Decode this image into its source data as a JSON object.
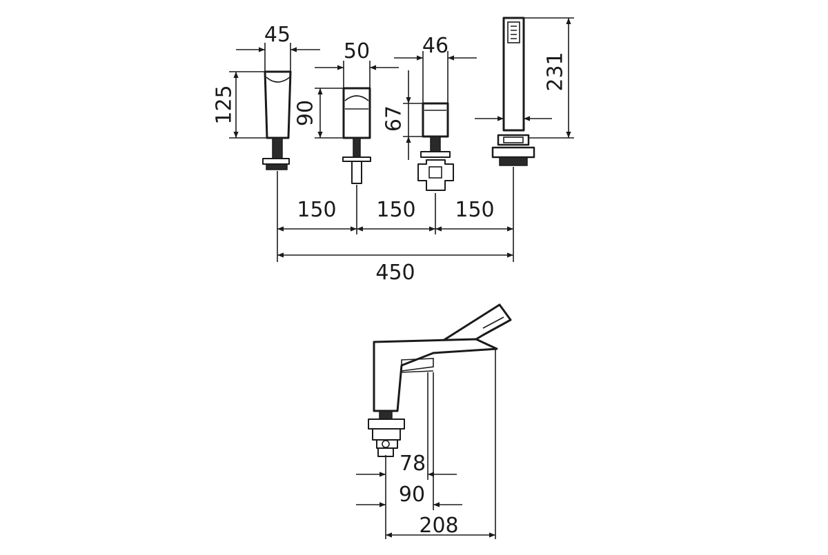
{
  "front_view": {
    "dim_spout_width": "45",
    "dim_spout_height": "125",
    "dim_handle1_width": "50",
    "dim_handle1_height": "90",
    "dim_handle2_width": "46",
    "dim_handle2_height": "67",
    "dim_shower_height": "231",
    "dim_spacing_1": "150",
    "dim_spacing_2": "150",
    "dim_spacing_3": "150",
    "dim_total_spacing": "450"
  },
  "side_view": {
    "dim_reach_1": "78",
    "dim_reach_2": "90",
    "dim_reach_total": "208"
  }
}
